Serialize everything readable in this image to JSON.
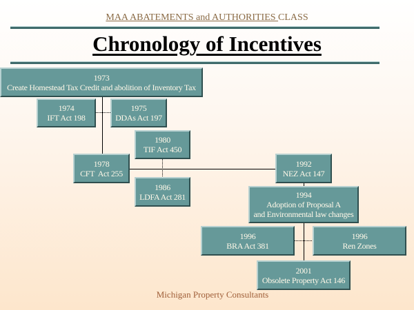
{
  "header": {
    "subtitle_underlined": "MAA ABATEMENTS and AUTHORITIES ",
    "subtitle_rest": "CLASS",
    "title": "Chronology of Incentives"
  },
  "boxes": {
    "b1973": {
      "year": "1973",
      "text": "Create Homestead Tax Credit and abolition of Inventory Tax"
    },
    "b1974": {
      "year": "1974",
      "text": "IFT Act 198"
    },
    "b1975": {
      "year": "1975",
      "text": "DDAs Act 197"
    },
    "b1980": {
      "year": "1980",
      "text": "TIF Act 450"
    },
    "b1978": {
      "year": "1978",
      "text": "CFT  Act 255"
    },
    "b1986": {
      "year": "1986",
      "text": "LDFA Act 281"
    },
    "b1992": {
      "year": "1992",
      "text": "NEZ Act 147"
    },
    "b1994": {
      "year": "1994",
      "text": "Adoption of Proposal A",
      "text2": "and Environmental law changes"
    },
    "b1996a": {
      "year": "1996",
      "text": "BRA Act 381"
    },
    "b1996b": {
      "year": "1996",
      "text": "Ren Zones"
    },
    "b2001": {
      "year": "2001",
      "text": "Obsolete Property Act 146"
    }
  },
  "footer": "Michigan Property Consultants"
}
